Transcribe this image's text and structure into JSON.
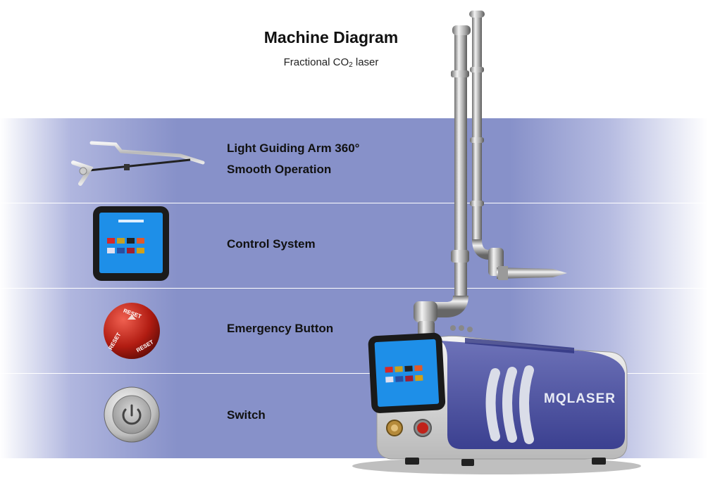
{
  "header": {
    "title": "Machine Diagram",
    "subtitle_pre": "Fractional CO",
    "subtitle_sub": "2",
    "subtitle_post": " laser"
  },
  "features": [
    {
      "line1": "Light Guiding Arm 360°",
      "line2": "Smooth Operation",
      "icon": "light-guiding-arm"
    },
    {
      "line1": "Control System",
      "icon": "touch-screen"
    },
    {
      "line1": "Emergency Button",
      "icon": "emergency-stop-button"
    },
    {
      "line1": "Switch",
      "icon": "power-switch"
    }
  ],
  "thumb_reset_text": "RESET",
  "machine": {
    "brand": "MQLASER"
  },
  "colors": {
    "band": "#8791c9",
    "machine_body": "#4a4f9a",
    "screen": "#1e8fe8",
    "emergency_red": "#b11c12"
  }
}
